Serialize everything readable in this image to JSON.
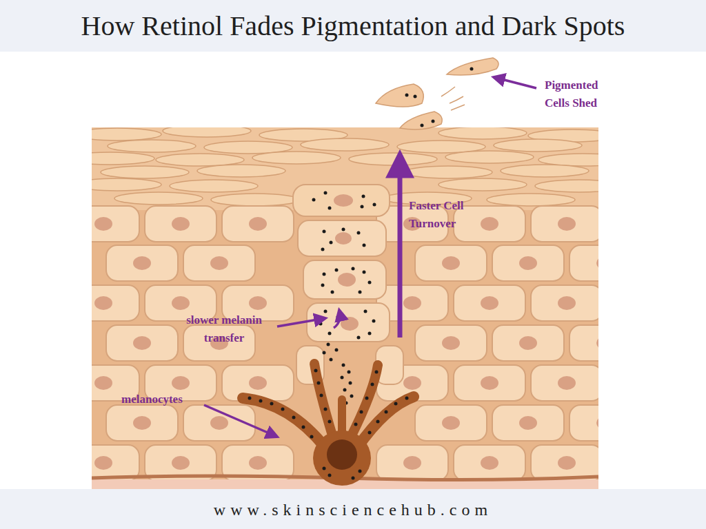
{
  "diagram": {
    "title": "How Retinol Fades Pigmentation and Dark Spots",
    "labels": [
      "Pigmented Cells Shed",
      "Faster Cell Turnover",
      "slower melanin transfer",
      "melanocytes",
      "www.skinsciencehub.com"
    ]
  }
}
